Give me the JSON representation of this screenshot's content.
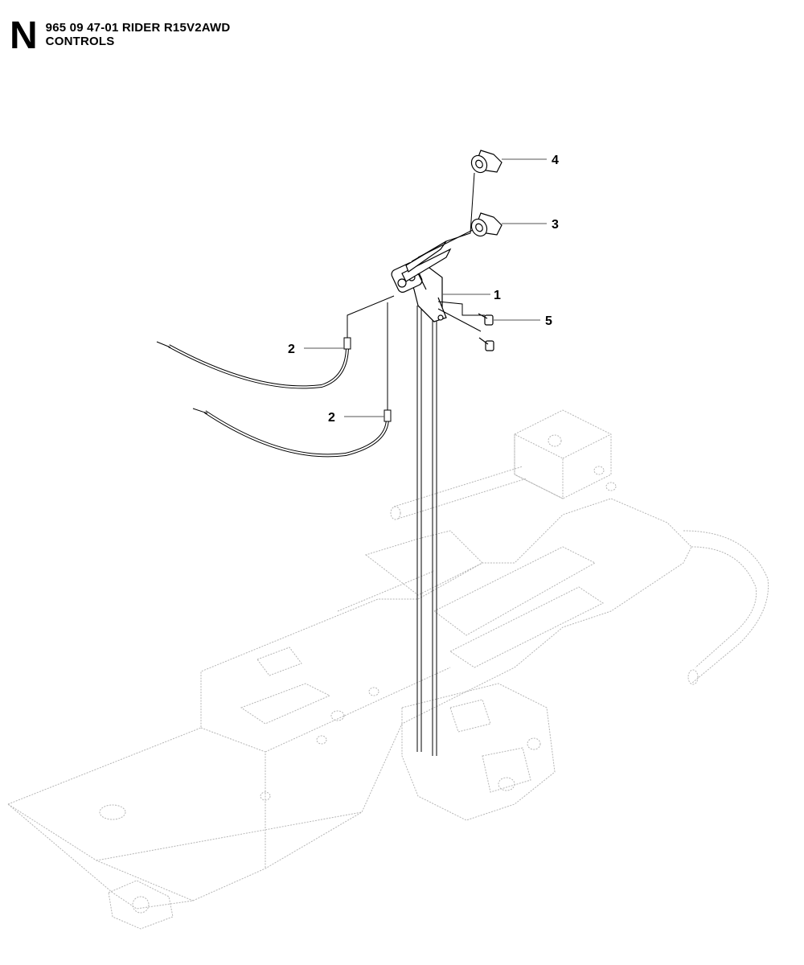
{
  "header": {
    "section_letter": "N",
    "title_line_1": "965 09 47-01 RIDER R15V2AWD",
    "title_line_2": "CONTROLS"
  },
  "callouts": [
    {
      "id": "c4",
      "label": "4"
    },
    {
      "id": "c3",
      "label": "3"
    },
    {
      "id": "c1",
      "label": "1"
    },
    {
      "id": "c5",
      "label": "5"
    },
    {
      "id": "c2a",
      "label": "2"
    },
    {
      "id": "c2b",
      "label": "2"
    }
  ],
  "colors": {
    "parts": "#000000",
    "background_frame": "#b5b5b5",
    "background": "#ffffff"
  }
}
